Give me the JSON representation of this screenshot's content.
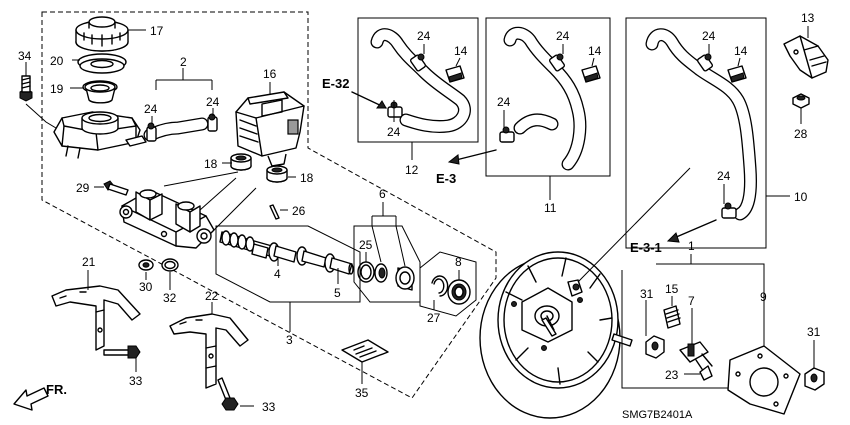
{
  "callouts": {
    "c1": "1",
    "c2": "2",
    "c3": "3",
    "c4": "4",
    "c5": "5",
    "c6": "6",
    "c7": "7",
    "c8": "8",
    "c9": "9",
    "c10": "10",
    "c11": "11",
    "c12": "12",
    "c13": "13",
    "c14a": "14",
    "c14b": "14",
    "c14c": "14",
    "c15": "15",
    "c16": "16",
    "c17": "17",
    "c18a": "18",
    "c18b": "18",
    "c19": "19",
    "c20": "20",
    "c21": "21",
    "c22": "22",
    "c23": "23",
    "c24a": "24",
    "c24b": "24",
    "c24c": "24",
    "c24d": "24",
    "c24e": "24",
    "c24f": "24",
    "c24g": "24",
    "c24h": "24",
    "c25": "25",
    "c26": "26",
    "c27": "27",
    "c28": "28",
    "c29": "29",
    "c30": "30",
    "c31a": "31",
    "c31b": "31",
    "c32": "32",
    "c33a": "33",
    "c33b": "33",
    "c34": "34",
    "c35": "35"
  },
  "section_refs": {
    "e32": "E-32",
    "e3": "E-3",
    "e31": "E-3-1"
  },
  "direction_label": "FR.",
  "diagram_code": "SMG7B2401A"
}
